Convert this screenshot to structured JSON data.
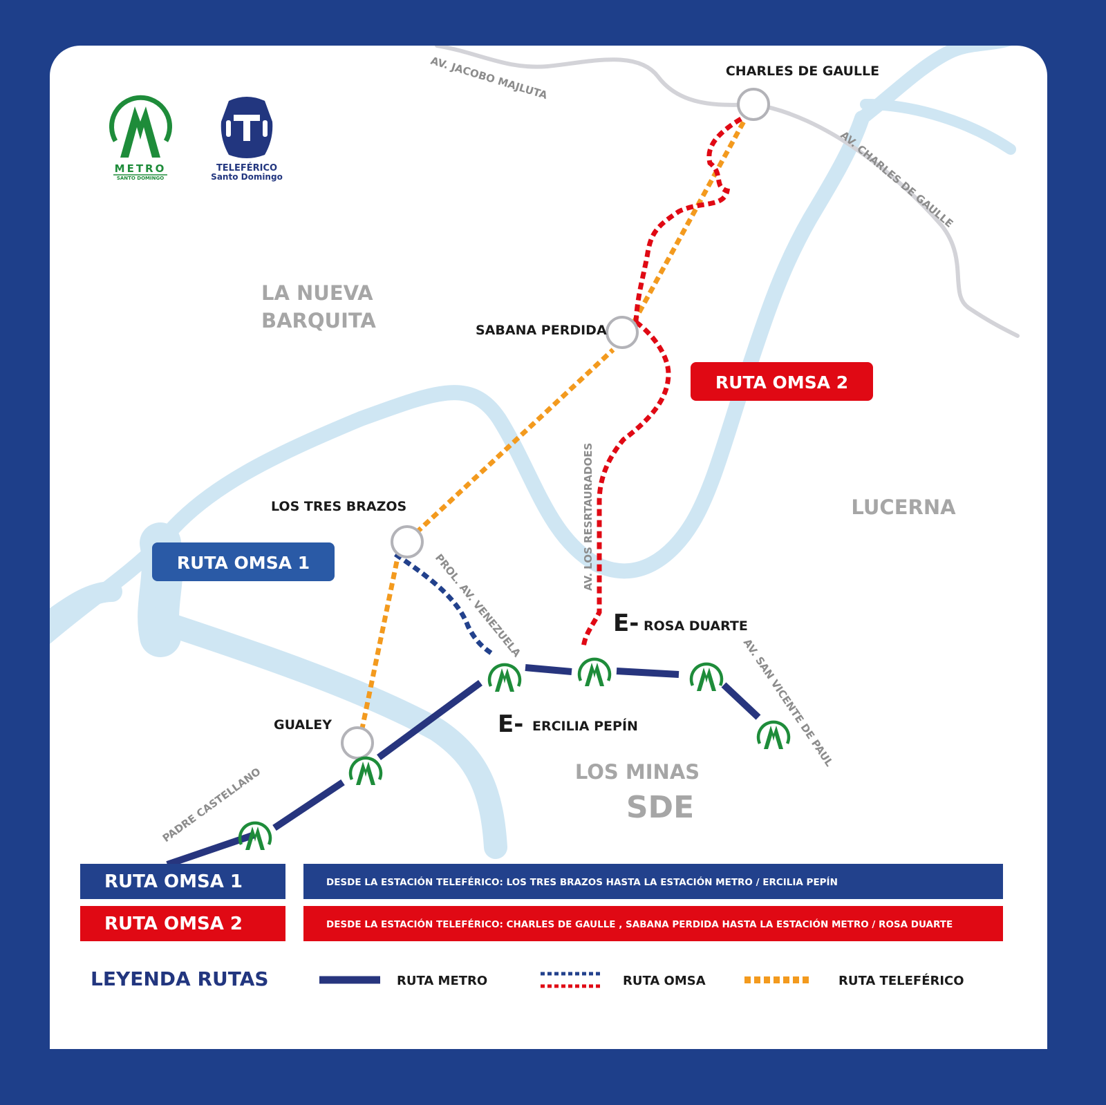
{
  "logos": {
    "metro": {
      "name": "METRO",
      "sub": "SANTO DOMINGO",
      "icon": "metro-logo-icon"
    },
    "teleferico": {
      "name": "TELEFÉRICO",
      "sub": "Santo Domingo",
      "icon": "teleferico-logo-icon"
    }
  },
  "streets": {
    "jacobo": "AV. JACOBO MAJLUTA",
    "charles": "AV. CHARLES DE GAULLE",
    "venezuela": "PROL. AV. VENEZUELA",
    "restauradores": "AV. LOS RESRTAURADOES",
    "san_vicente": "AV.  SAN VICENTE DE PAUL",
    "castellano": "PADRE CASTELLANO"
  },
  "areas": {
    "barquita_1": "LA NUEVA",
    "barquita_2": "BARQUITA",
    "lucerna": "LUCERNA",
    "los_minas": "LOS MINAS",
    "sde": "SDE"
  },
  "stations": {
    "charles": "CHARLES DE GAULLE",
    "sabana": "SABANA PERDIDA",
    "tres_brazos": "LOS TRES BRAZOS",
    "gualey": "GUALEY"
  },
  "metro_stations": {
    "prefix": "E-",
    "rosa": "ROSA DUARTE",
    "ercilia": "ERCILIA PEPÍN"
  },
  "badges": {
    "omsa1": "RUTA OMSA 1",
    "omsa2": "RUTA OMSA 2"
  },
  "routes_table": [
    {
      "title": "RUTA OMSA   1",
      "desc": "DESDE LA ESTACIÓN TELEFÉRICO: LOS TRES BRAZOS HASTA  LA ESTACIÓN METRO / ERCILIA PEPÍN",
      "color": "#22418c"
    },
    {
      "title": "RUTA OMSA   2",
      "desc": "DESDE LA ESTACIÓN TELEFÉRICO: CHARLES DE GAULLE , SABANA PERDIDA HASTA LA ESTACIÓN METRO / ROSA DUARTE",
      "color": "#e00914"
    }
  ],
  "legend": {
    "title": "LEYENDA RUTAS",
    "metro": "RUTA METRO",
    "omsa": "RUTA OMSA",
    "teleferico": "RUTA  TELEFÉRICO"
  },
  "colors": {
    "background": "#1e3f8a",
    "metro_line": "#27357e",
    "omsa1": "#22418c",
    "omsa2": "#e00914",
    "teleferico": "#f39a1e",
    "river": "#cfe6f3",
    "road": "#d3d3d8",
    "metro_green": "#1e8c3a"
  }
}
